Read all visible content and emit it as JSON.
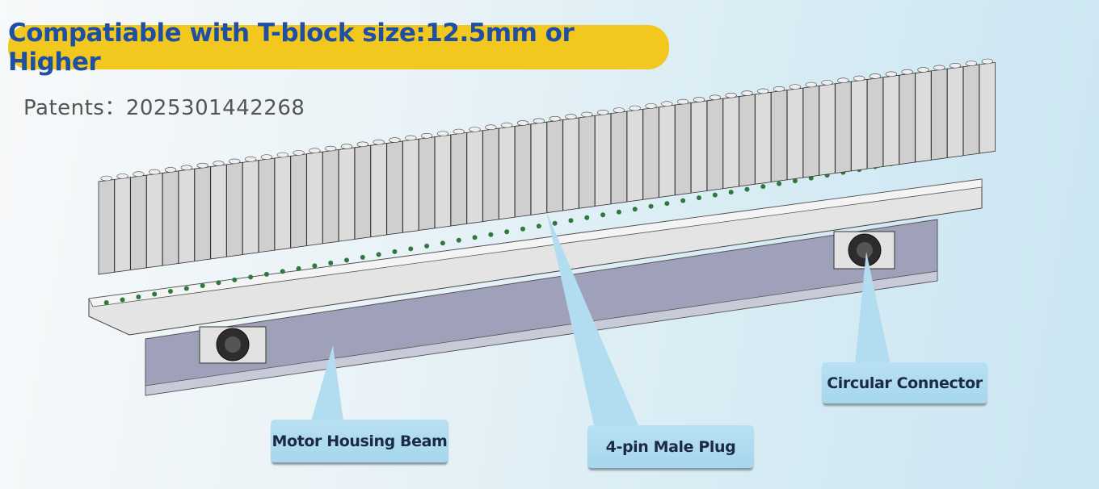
{
  "banner": {
    "text": "Compatiable with T-block size:12.5mm or Higher"
  },
  "patent": {
    "text": "Patents：2025301442268"
  },
  "callouts": [
    {
      "label": "Motor Housing Beam"
    },
    {
      "label": "4-pin Male Plug"
    },
    {
      "label": "Circular Connector"
    }
  ],
  "colors": {
    "banner": "#f2c81f",
    "banner_text": "#1f4fa3",
    "callout": "#a6d7ee",
    "beam": "#9d9fb8"
  }
}
